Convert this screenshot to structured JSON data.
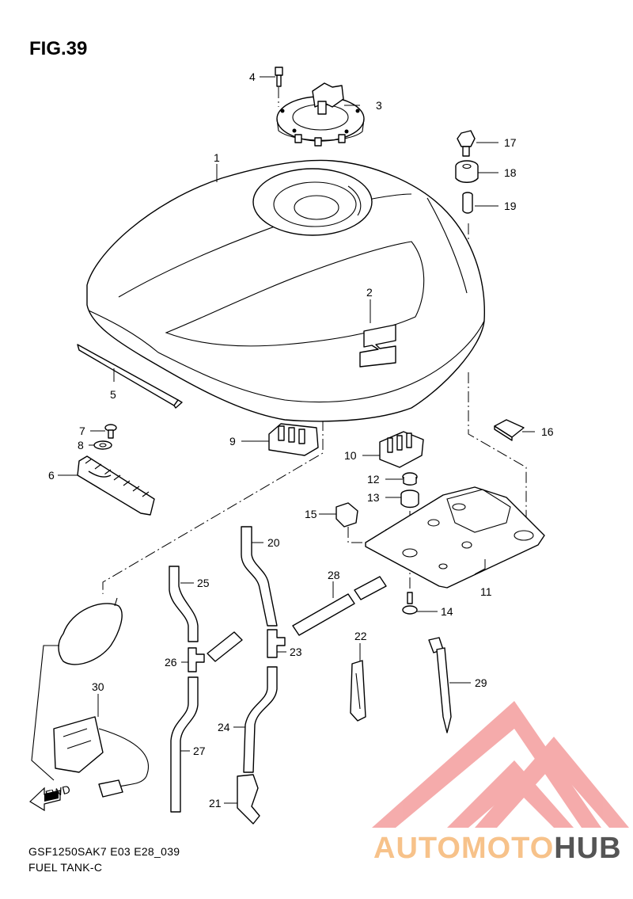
{
  "figure": {
    "title": "FIG.39",
    "model_code": "GSF1250SAK7 E03 E28_039",
    "section_name": "FUEL TANK-C"
  },
  "fwd_label": "FWD",
  "watermark": {
    "word_part1": "AUTOMOTO",
    "word_part2": "HUB",
    "color_primary": "#f4a3a3",
    "color_secondary": "#f7c28a",
    "color_dark": "#555555"
  },
  "callouts": [
    "1",
    "2",
    "3",
    "4",
    "5",
    "6",
    "7",
    "8",
    "9",
    "10",
    "11",
    "12",
    "13",
    "14",
    "15",
    "16",
    "17",
    "18",
    "19",
    "20",
    "21",
    "22",
    "23",
    "24",
    "25",
    "26",
    "27",
    "28",
    "29",
    "30"
  ],
  "parts": [
    {
      "name": "fuel-tank-part",
      "label": "1"
    },
    {
      "name": "emblem-part",
      "label": "2"
    },
    {
      "name": "fuel-cap-part",
      "label": "3"
    },
    {
      "name": "cap-bolt-part",
      "label": "4"
    },
    {
      "name": "cushion-strip-part",
      "label": "5"
    },
    {
      "name": "rear-cushion-part",
      "label": "6"
    },
    {
      "name": "screw-part",
      "label": "7"
    },
    {
      "name": "washer-part",
      "label": "8"
    },
    {
      "name": "connector-cushion-part",
      "label": "9"
    },
    {
      "name": "connector-holder-part",
      "label": "10"
    },
    {
      "name": "tank-bracket-part",
      "label": "11"
    },
    {
      "name": "bolt-part",
      "label": "12"
    },
    {
      "name": "grommet-part",
      "label": "13"
    },
    {
      "name": "bracket-bolt-part",
      "label": "14"
    },
    {
      "name": "clip-part",
      "label": "15"
    },
    {
      "name": "cushion-pad-part",
      "label": "16"
    },
    {
      "name": "mount-bolt-part",
      "label": "17"
    },
    {
      "name": "mount-cushion-part",
      "label": "18"
    },
    {
      "name": "collar-part",
      "label": "19"
    },
    {
      "name": "drain-hose-upper-part",
      "label": "20"
    },
    {
      "name": "hose-clamp-part",
      "label": "21"
    },
    {
      "name": "hose-holder-part",
      "label": "22"
    },
    {
      "name": "joint-part",
      "label": "23"
    },
    {
      "name": "drain-hose-lower-part",
      "label": "24"
    },
    {
      "name": "breather-hose-upper-part",
      "label": "25"
    },
    {
      "name": "breather-joint-part",
      "label": "26"
    },
    {
      "name": "breather-hose-lower-part",
      "label": "27"
    },
    {
      "name": "pipe-part",
      "label": "28"
    },
    {
      "name": "prop-rod-part",
      "label": "29"
    },
    {
      "name": "fuel-level-gauge-part",
      "label": "30"
    }
  ]
}
